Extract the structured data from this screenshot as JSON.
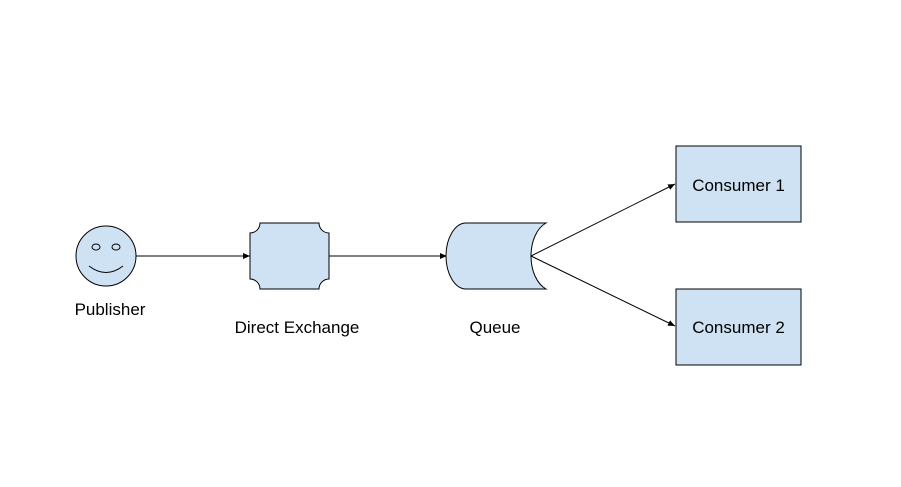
{
  "colors": {
    "node_fill": "#cfe2f3",
    "stroke": "#000000",
    "background": "#ffffff"
  },
  "nodes": {
    "publisher": {
      "label": "Publisher",
      "icon": "smiley-face-icon"
    },
    "exchange": {
      "label": "Direct Exchange",
      "icon": "exchange-plaque-icon"
    },
    "queue": {
      "label": "Queue",
      "icon": "queue-cylinder-icon"
    },
    "consumer1": {
      "label": "Consumer 1"
    },
    "consumer2": {
      "label": "Consumer 2"
    }
  },
  "edges": [
    {
      "from": "publisher",
      "to": "exchange"
    },
    {
      "from": "exchange",
      "to": "queue"
    },
    {
      "from": "queue",
      "to": "consumer1"
    },
    {
      "from": "queue",
      "to": "consumer2"
    }
  ]
}
